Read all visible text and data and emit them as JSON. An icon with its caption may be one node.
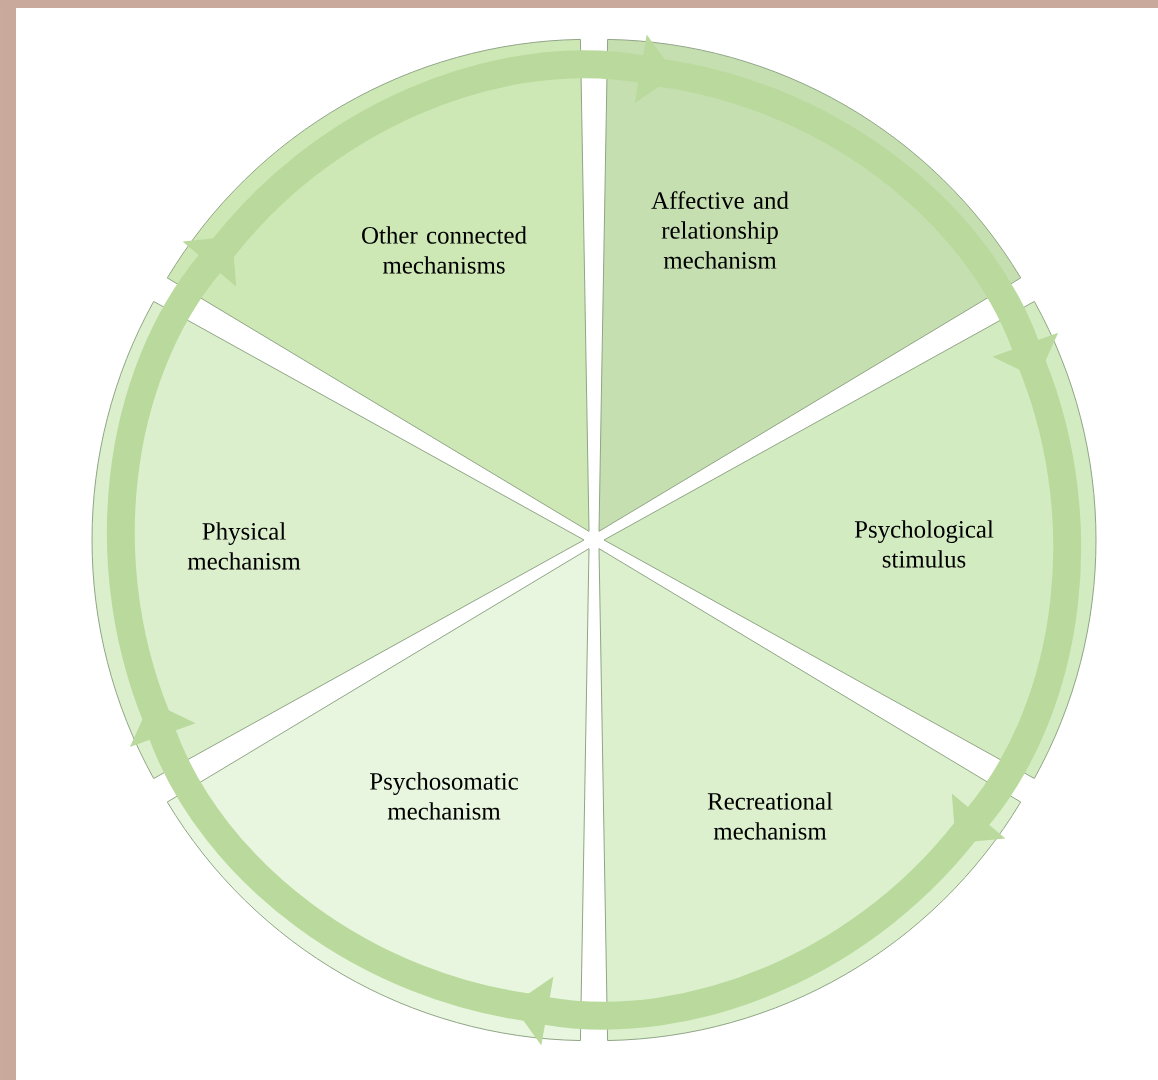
{
  "diagram": {
    "nodes": [
      {
        "text": [
          "Other connected mechanisms"
        ]
      },
      {
        "text": [
          "Affective and relationship mechanism"
        ]
      },
      {
        "text": [
          "Psychological stimulus"
        ]
      },
      {
        "text": [
          "Recreational mechanism"
        ]
      },
      {
        "text": [
          "Psychosomatic mechanism"
        ]
      },
      {
        "text": [
          "Physical mechanism"
        ]
      }
    ],
    "edges": [
      {
        "from": 0,
        "to": 1,
        "arrow": "to"
      },
      {
        "from": 1,
        "to": 2,
        "arrow": "to"
      },
      {
        "from": 2,
        "to": 3,
        "arrow": "to"
      },
      {
        "from": 3,
        "to": 4,
        "arrow": "to"
      },
      {
        "from": 4,
        "to": 5,
        "arrow": "to"
      },
      {
        "from": 5,
        "to": 0,
        "arrow": "to"
      }
    ]
  }
}
